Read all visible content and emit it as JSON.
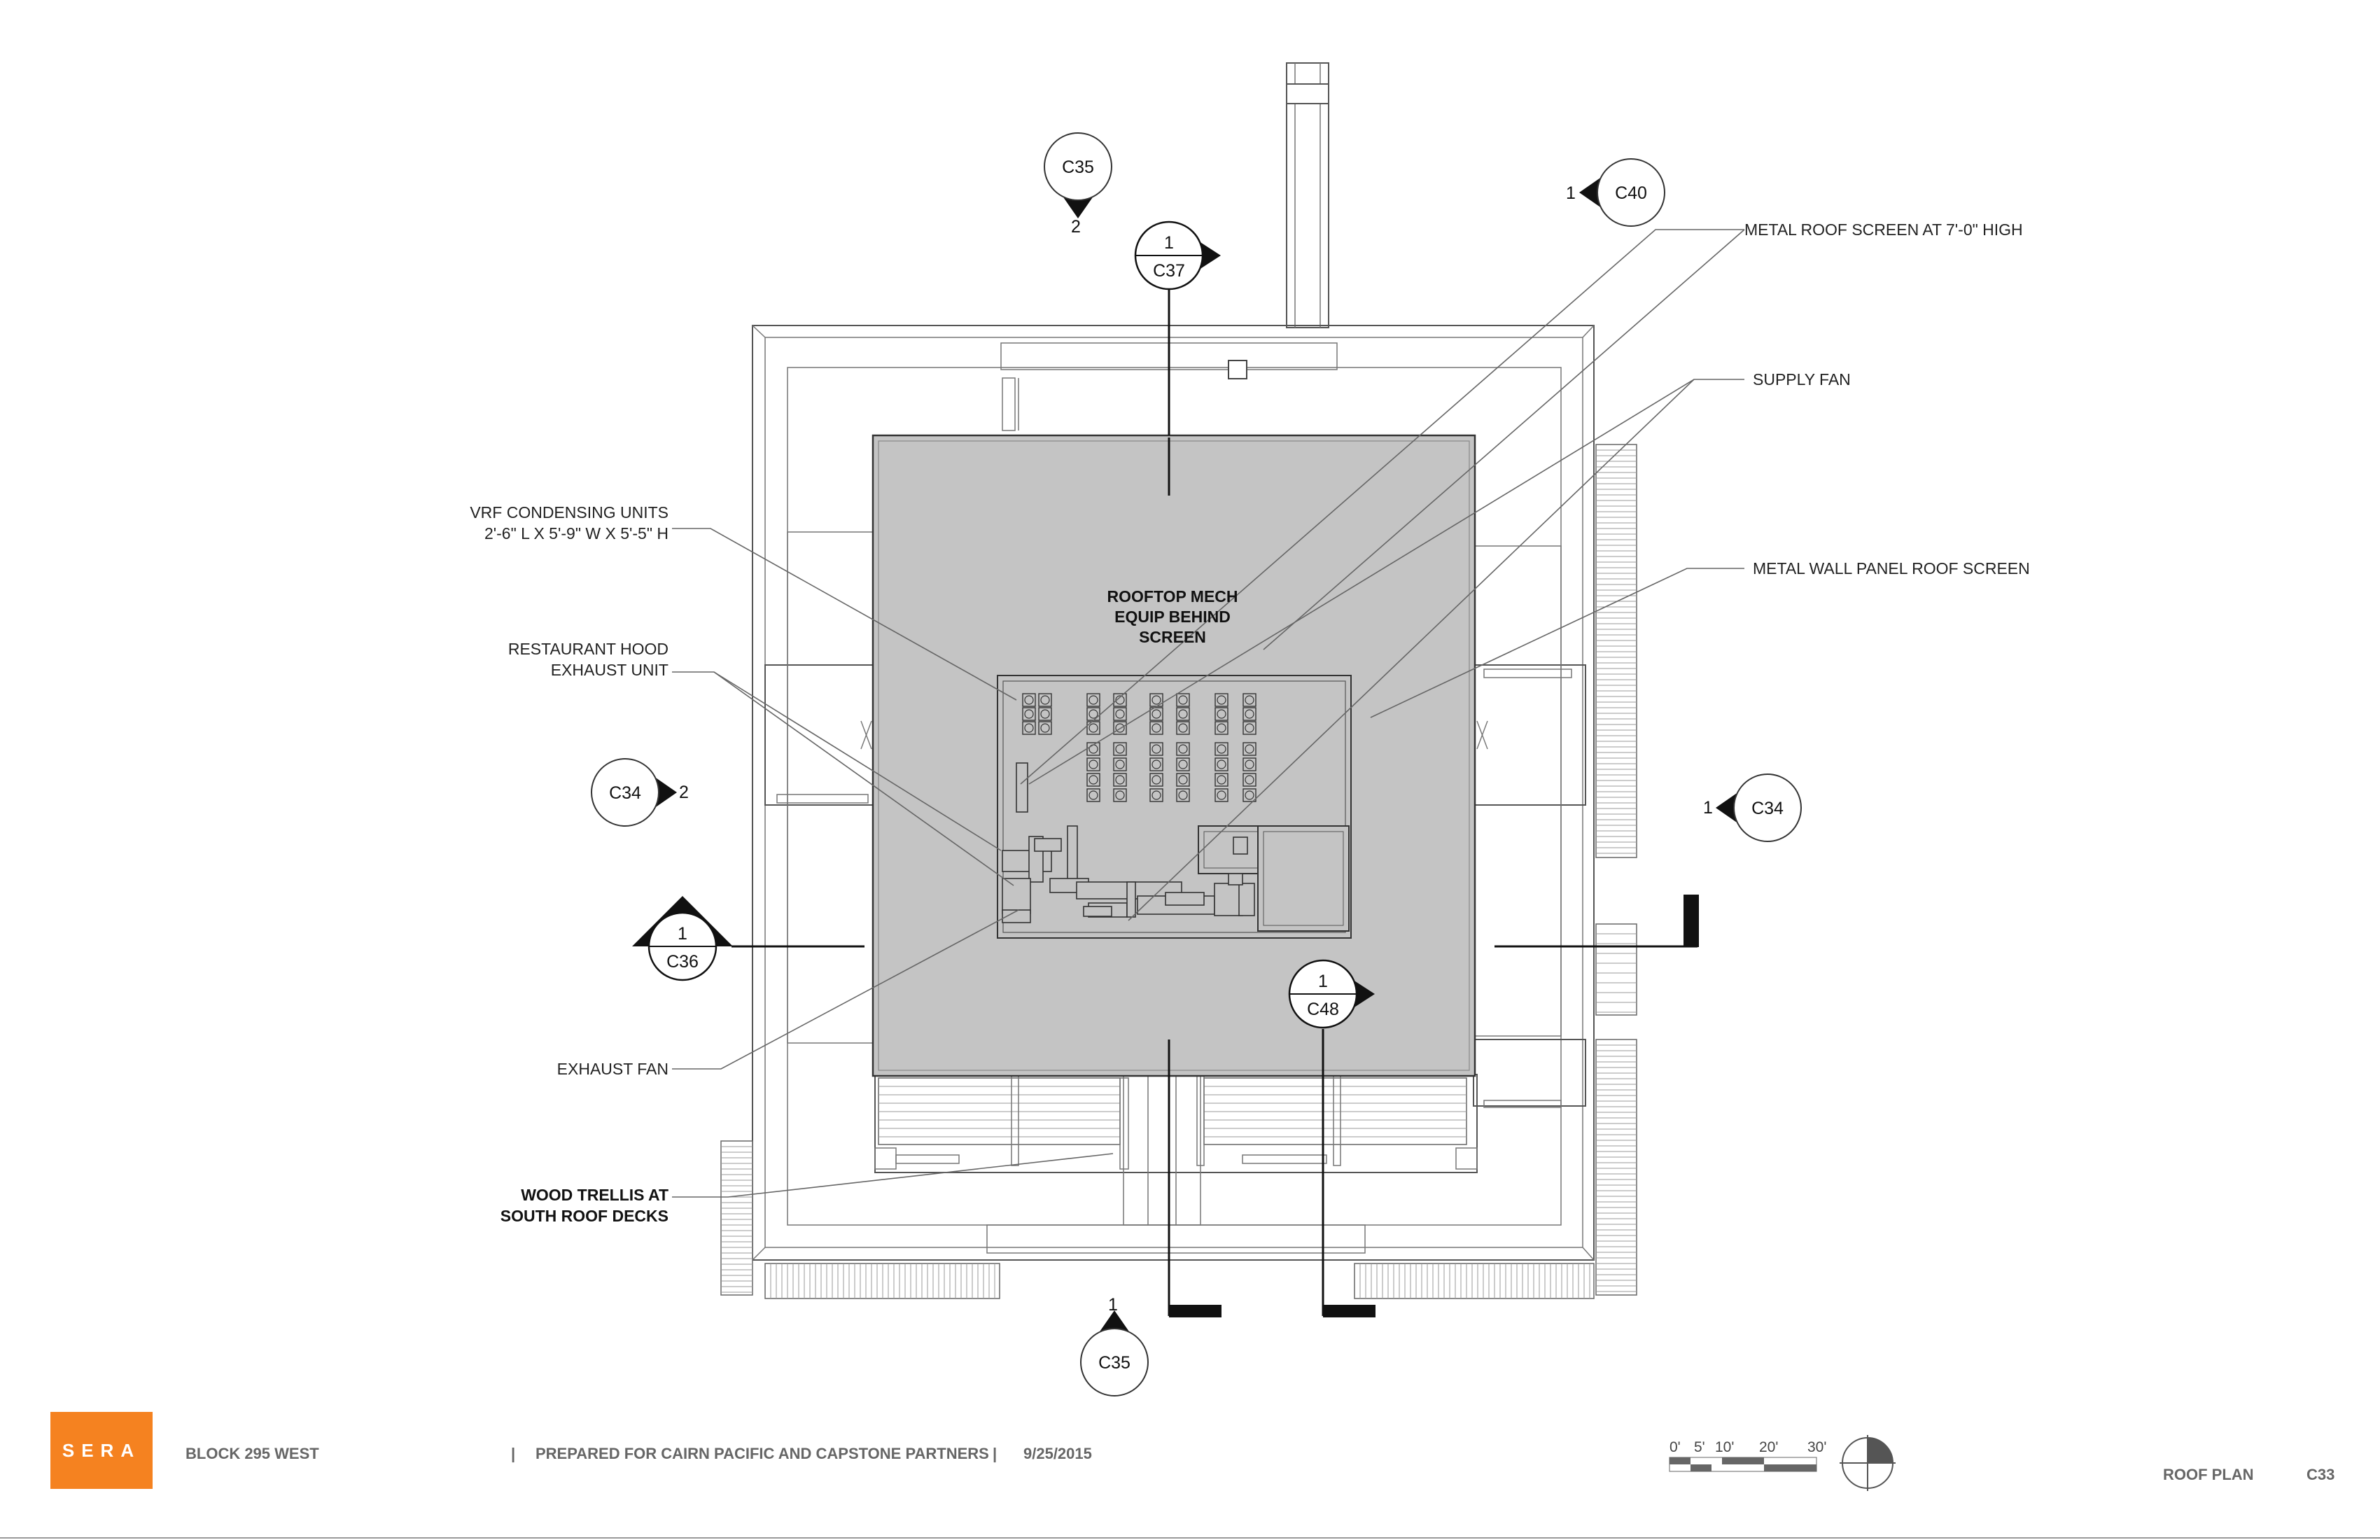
{
  "drawing": {
    "center_label": [
      "ROOFTOP MECH",
      "EQUIP BEHIND",
      "SCREEN"
    ],
    "annotations": {
      "metal_roof_screen": "METAL ROOF SCREEN AT 7'-0\" HIGH",
      "supply_fan": "SUPPLY FAN",
      "metal_wall_panel": "METAL WALL PANEL ROOF SCREEN",
      "vrf_line1": "VRF CONDENSING UNITS",
      "vrf_line2": "2'-6\" L X  5'-9\" W X 5'-5\" H",
      "hood_line1": "RESTAURANT HOOD",
      "hood_line2": "EXHAUST UNIT",
      "exhaust_fan": "EXHAUST FAN",
      "trellis_line1": "WOOD TRELLIS AT",
      "trellis_line2": "SOUTH ROOF DECKS"
    },
    "section_markers": {
      "c35_top": {
        "sheet": "C35",
        "num": "2"
      },
      "c40": {
        "sheet": "C40",
        "num": "1"
      },
      "c37": {
        "sheet": "C37",
        "num": "1"
      },
      "c34_left": {
        "sheet": "C34",
        "num": "2"
      },
      "c34_right": {
        "sheet": "C34",
        "num": "1"
      },
      "c36": {
        "sheet": "C36",
        "num": "1"
      },
      "c48": {
        "sheet": "C48",
        "num": "1"
      },
      "c35_bottom": {
        "sheet": "C35",
        "num": "1"
      }
    },
    "scale_labels": [
      "0'",
      "5'",
      "10'",
      "20'",
      "30'"
    ]
  },
  "footer": {
    "logo": "SERA",
    "project": "BLOCK 295 WEST",
    "separator": "|",
    "prepared": "PREPARED FOR CAIRN PACIFIC AND CAPSTONE PARTNERS",
    "date": "9/25/2015",
    "sheet_title": "ROOF PLAN",
    "sheet_number": "C33"
  },
  "colors": {
    "logo": "#f58220",
    "roof_fill": "#c4c4c4",
    "line": "#555555"
  }
}
